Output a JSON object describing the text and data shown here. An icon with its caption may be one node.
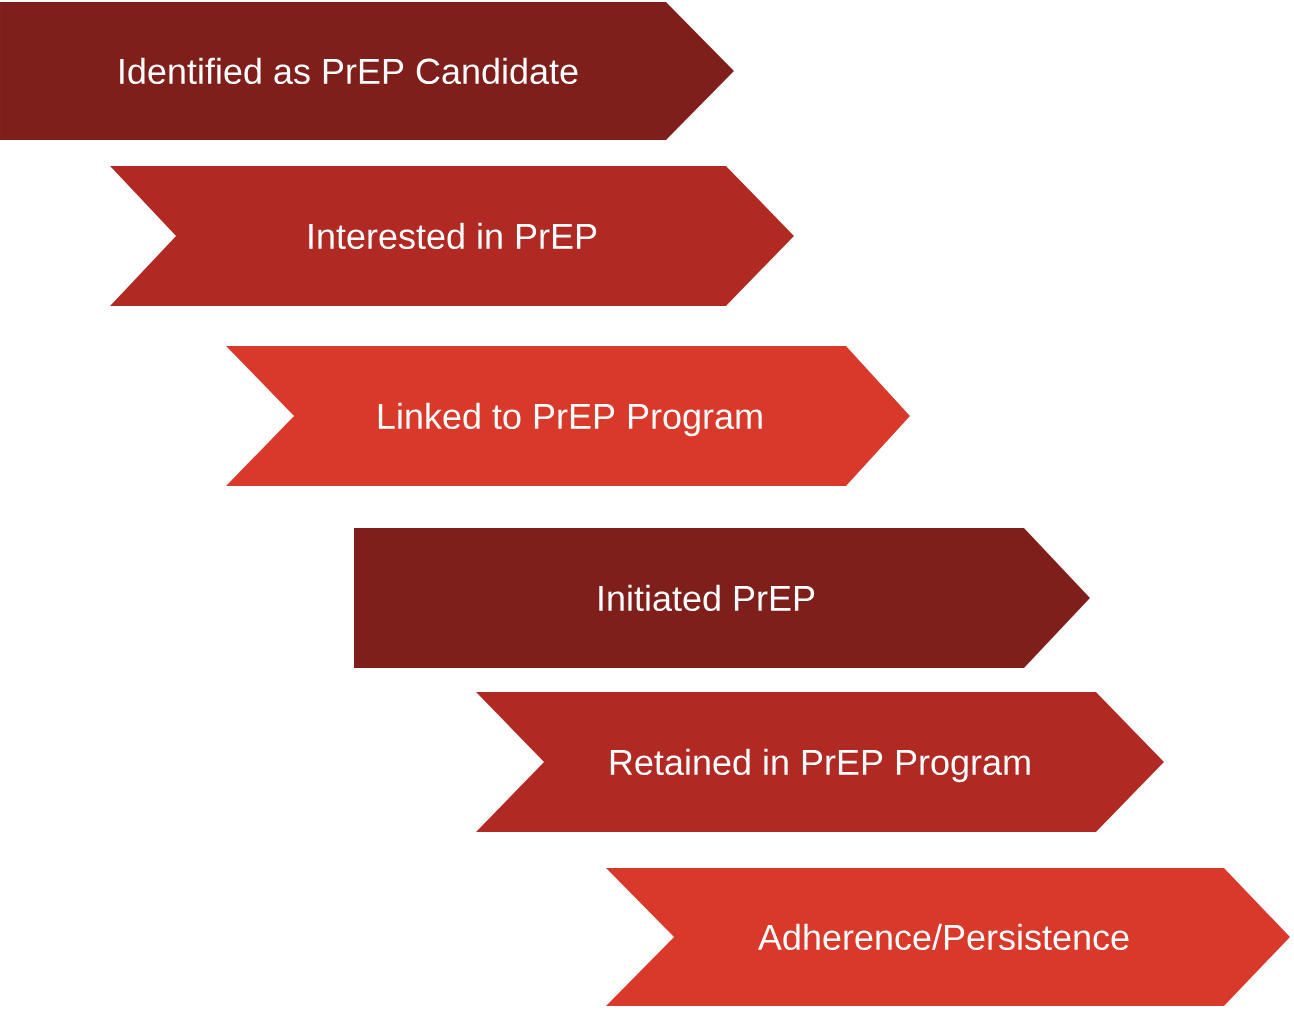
{
  "diagram": {
    "nodes": [
      {
        "text": [
          "Identified as PrEP Candidate"
        ]
      },
      {
        "text": [
          "Interested in PrEP"
        ]
      },
      {
        "text": [
          "Linked to PrEP Program"
        ]
      },
      {
        "text": [
          "Initiated PrEP"
        ]
      },
      {
        "text": [
          "Retained in PrEP Program"
        ]
      },
      {
        "text": [
          "Adherence/Persistence"
        ]
      }
    ]
  }
}
